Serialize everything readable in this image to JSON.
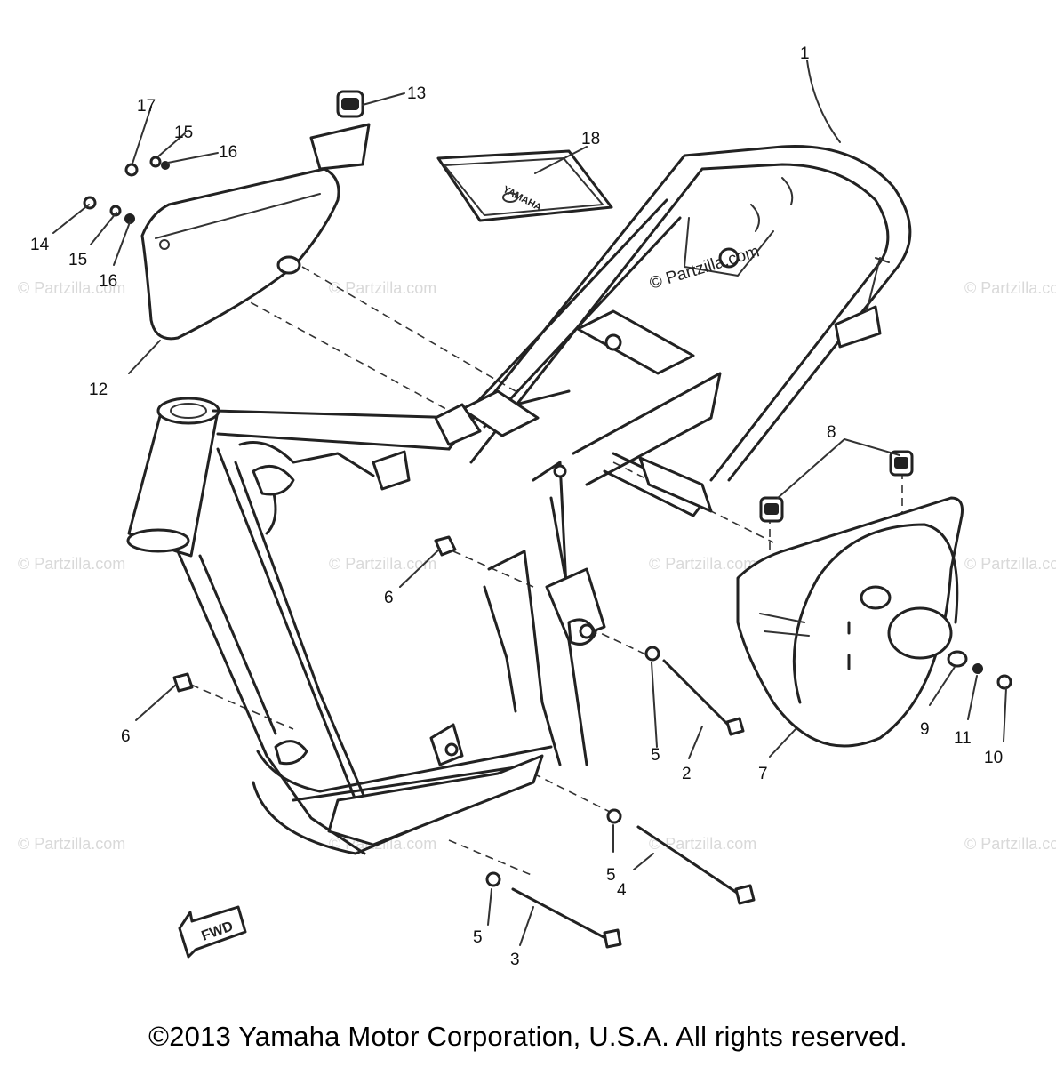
{
  "watermark": {
    "text": "© Partzilla.com"
  },
  "fwd_label": "FWD",
  "plate_text": "YAMAHA",
  "callouts": {
    "c1": "1",
    "c2": "2",
    "c3": "3",
    "c4": "4",
    "c5a": "5",
    "c5b": "5",
    "c5c": "5",
    "c6a": "6",
    "c6b": "6",
    "c7": "7",
    "c8": "8",
    "c9": "9",
    "c10": "10",
    "c11": "11",
    "c12": "12",
    "c13": "13",
    "c14": "14",
    "c15a": "15",
    "c15b": "15",
    "c16a": "16",
    "c16b": "16",
    "c17": "17",
    "c18": "18"
  },
  "copyright": "©2013  Yamaha Motor Corporation, U.S.A. All rights reserved."
}
